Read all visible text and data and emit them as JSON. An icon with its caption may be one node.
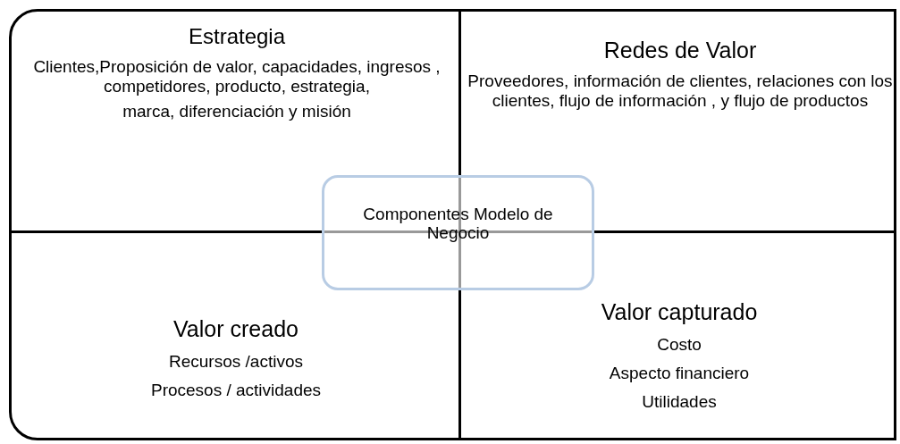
{
  "diagram": {
    "nodes": [
      {
        "text": [
          "Estrategia",
          "Clientes,Proposición de valor, capacidades, ingresos , competidores, producto, estrategia,",
          "marca, diferenciación y misión"
        ]
      },
      {
        "text": [
          "Redes de Valor",
          "Proveedores, información de clientes, relaciones con los clientes, flujo de información , y flujo de productos"
        ]
      },
      {
        "text": [
          "Valor creado",
          "Recursos /activos",
          "Procesos / actividades"
        ]
      },
      {
        "text": [
          "Valor capturado",
          "Costo",
          "Aspecto financiero",
          "Utilidades"
        ]
      },
      {
        "text": [
          "Componentes Modelo de Negocio"
        ]
      }
    ]
  }
}
